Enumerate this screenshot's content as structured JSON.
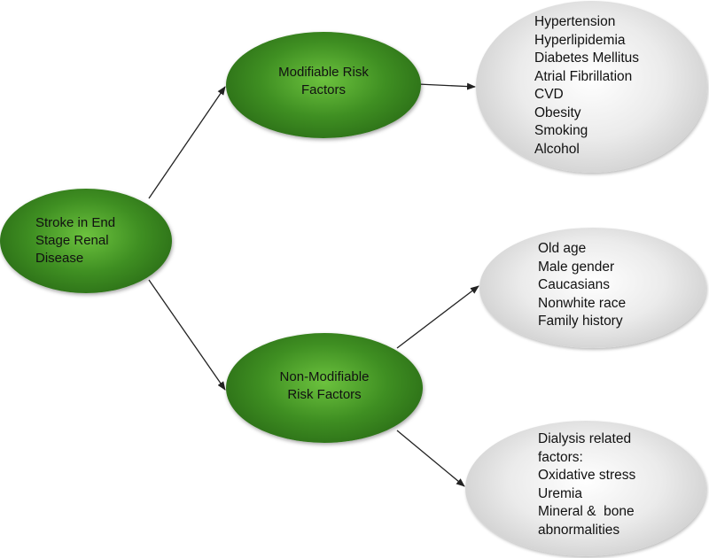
{
  "root": {
    "lines": [
      "Stroke in End",
      "Stage Renal",
      "Disease"
    ]
  },
  "modifiable": {
    "lines": [
      "Modifiable Risk",
      "Factors"
    ]
  },
  "non_modifiable": {
    "lines": [
      "Non-Modifiable",
      "Risk Factors"
    ]
  },
  "modifiable_list": {
    "items": [
      "Hypertension",
      "Hyperlipidemia",
      "Diabetes Mellitus",
      "Atrial Fibrillation",
      "CVD",
      "Obesity",
      "Smoking",
      "Alcohol"
    ]
  },
  "non_modifiable_list": {
    "items": [
      "Old age",
      "Male gender",
      "Caucasians",
      "Nonwhite race",
      "Family history"
    ]
  },
  "dialysis_list": {
    "items": [
      "Dialysis related",
      "factors:",
      "Oxidative stress",
      "Uremia",
      "Mineral &  bone",
      "abnormalities"
    ]
  },
  "colors": {
    "node_green": "#3f8f22",
    "node_grey": "#e6e6e6",
    "arrow": "#222222"
  }
}
